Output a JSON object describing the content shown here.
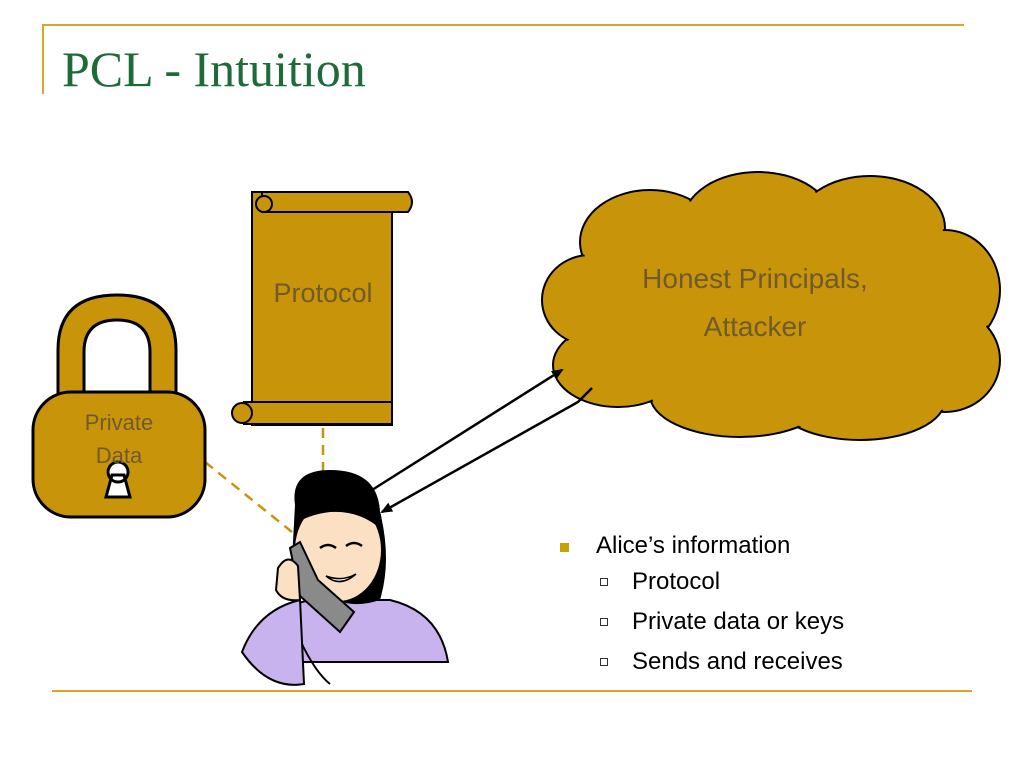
{
  "slide": {
    "title": "PCL - Intuition"
  },
  "diagram": {
    "lock_label_line1": "Private",
    "lock_label_line2": "Data",
    "scroll_label": "Protocol",
    "cloud_label_line1": "Honest Principals,",
    "cloud_label_line2": "Attacker"
  },
  "bullets": {
    "main": "Alice’s information",
    "items": [
      "Protocol",
      "Private data or keys",
      "Sends and receives"
    ]
  },
  "colors": {
    "title": "#1e6b3a",
    "accent_line": "#d9a52b",
    "shape_fill": "#c8950a",
    "shape_label": "#705a2a",
    "bullet": "#c8a000"
  },
  "icons": {
    "person": "woman-on-phone-icon",
    "lock": "padlock-icon",
    "scroll": "scroll-icon",
    "cloud": "cloud-icon"
  }
}
